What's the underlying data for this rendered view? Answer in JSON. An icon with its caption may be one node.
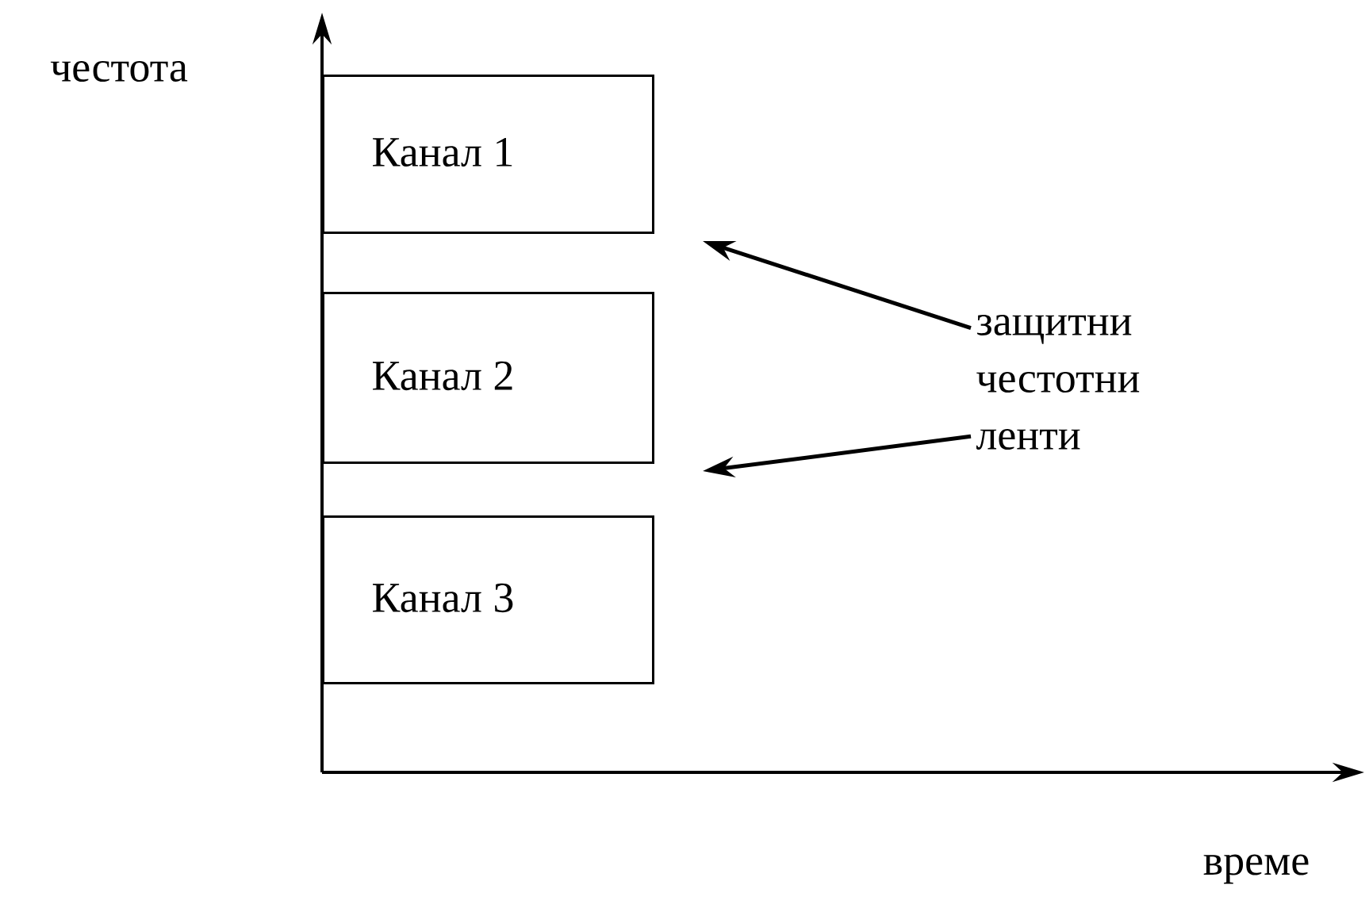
{
  "diagram": {
    "nodes": [
      {
        "text": [
          "Канал 1"
        ]
      },
      {
        "text": [
          "Канал 2"
        ]
      },
      {
        "text": [
          "Канал 3"
        ]
      },
      {
        "text": [
          "защитни честотни ленти"
        ]
      }
    ],
    "edges": [
      {
        "from": 3,
        "to": null,
        "arrow": "to"
      },
      {
        "from": 3,
        "to": null,
        "arrow": "to"
      }
    ],
    "labels": [
      "честота",
      "време"
    ]
  }
}
